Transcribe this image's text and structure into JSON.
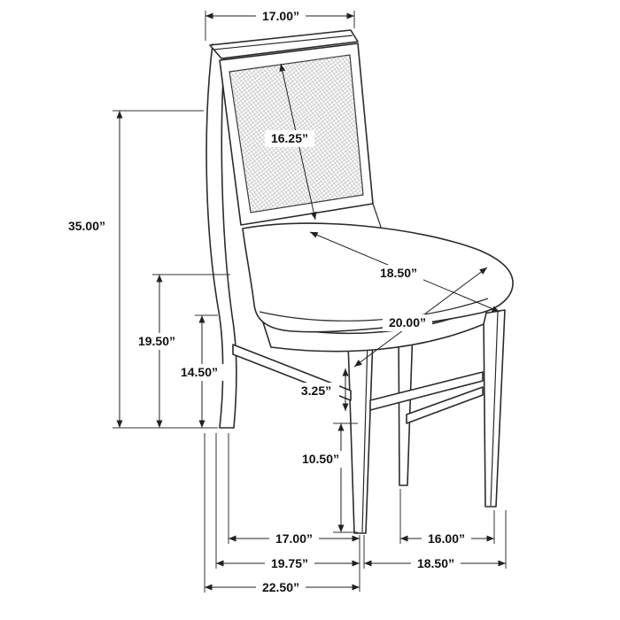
{
  "diagram": {
    "labels": {
      "top_width": "17.00”",
      "back_panel_height": "16.25”",
      "overall_height": "35.00”",
      "back_height": "19.50”",
      "mid_height": "14.50”",
      "seat_depth": "18.50”",
      "seat_width": "20.00”",
      "stretcher_thickness": "3.25”",
      "leg_height": "10.50”",
      "feet_depth_inner": "17.00”",
      "feet_width_inner": "16.00”",
      "feet_depth_mid": "19.75”",
      "feet_width_outer": "18.50”",
      "overall_depth": "22.50”"
    }
  }
}
